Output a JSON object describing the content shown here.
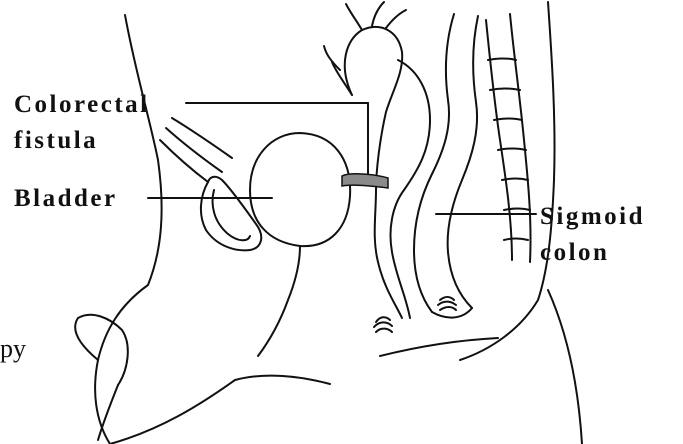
{
  "labels": {
    "colorectal_line1": "Colorectal",
    "colorectal_line2": "fistula",
    "bladder": "Bladder",
    "sigmoid_line1": "Sigmoid",
    "sigmoid_line2": "colon"
  },
  "cropped_text": "py",
  "colors": {
    "stroke": "#111111",
    "fistula_fill": "#8a8a8a",
    "background": "#ffffff"
  }
}
